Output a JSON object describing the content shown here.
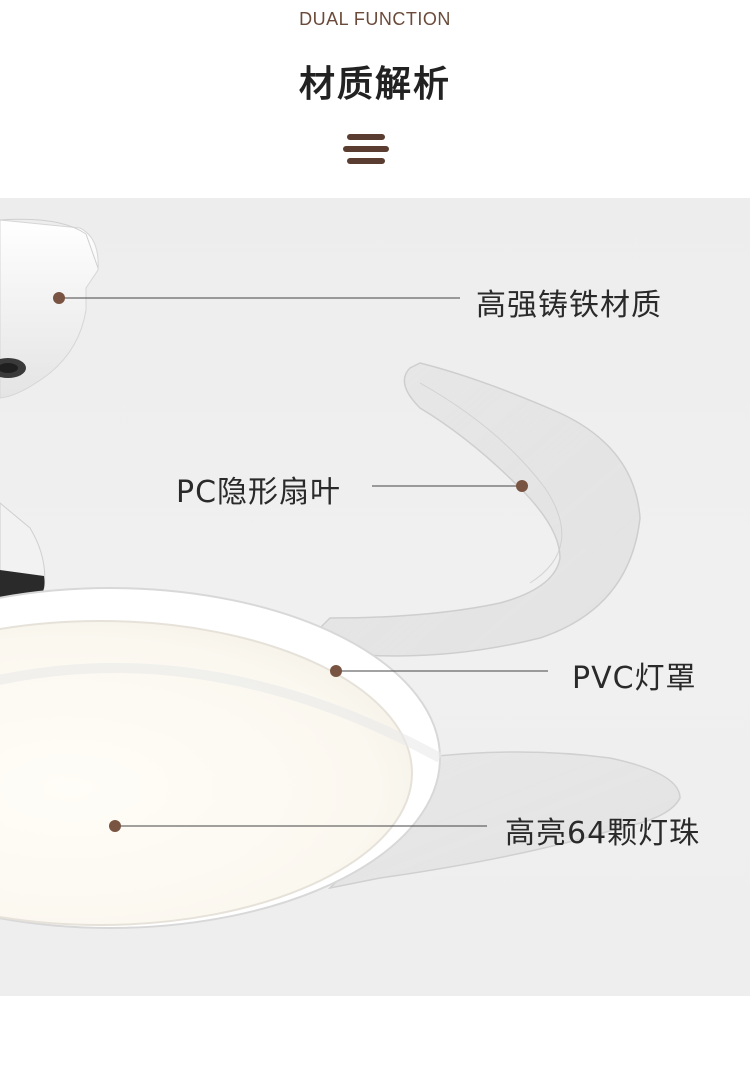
{
  "header": {
    "subtitle": "DUAL FUNCTION",
    "title": "材质解析",
    "menu_icon": "menu-icon"
  },
  "callouts": [
    {
      "label": "高强铸铁材质"
    },
    {
      "label": "PC隐形扇叶"
    },
    {
      "label": "PVC灯罩"
    },
    {
      "label": "高亮64颗灯珠"
    }
  ],
  "colors": {
    "accent_brown": "#6b4a3a",
    "dot_brown": "#7a5442",
    "title_text": "#222222",
    "background": "#efefef"
  }
}
